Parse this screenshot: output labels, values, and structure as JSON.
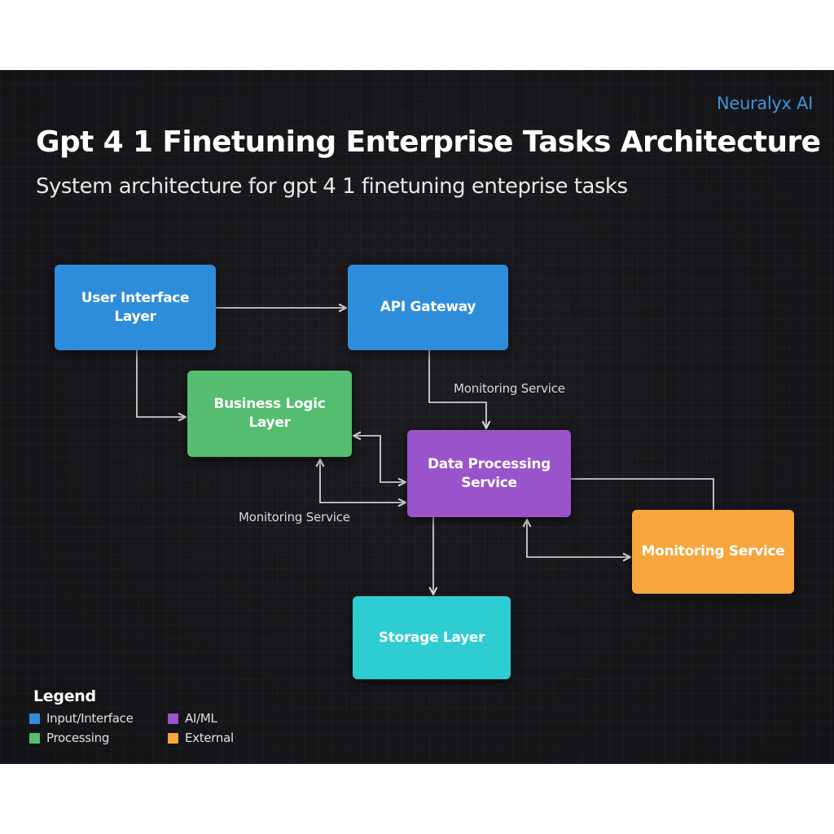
{
  "header": {
    "brand": "Neuralyx AI",
    "title": "Gpt 4 1 Finetuning Enterprise Tasks Architecture",
    "subtitle": "System architecture for gpt 4 1 finetuning enteprise tasks"
  },
  "colors": {
    "input_interface": "#2e8ddb",
    "processing": "#55bd70",
    "ai_ml": "#9954cc",
    "external": "#f7a63d",
    "storage": "#2ecdd2",
    "brand": "#3a97dc",
    "connector": "#e6e6e6",
    "background": "#17161a"
  },
  "nodes": {
    "user_interface": {
      "label": "User Interface\nLayer",
      "category": "input_interface"
    },
    "api_gateway": {
      "label": "API Gateway",
      "category": "input_interface"
    },
    "business_logic": {
      "label": "Business Logic\nLayer",
      "category": "processing"
    },
    "data_processing": {
      "label": "Data Processing\nService",
      "category": "ai_ml"
    },
    "monitoring": {
      "label": "Monitoring Service",
      "category": "external"
    },
    "storage": {
      "label": "Storage Layer",
      "category": "storage"
    }
  },
  "edges": [
    {
      "from": "user_interface",
      "to": "api_gateway",
      "label": ""
    },
    {
      "from": "user_interface",
      "to": "business_logic",
      "label": ""
    },
    {
      "from": "api_gateway",
      "to": "data_processing",
      "label": "Monitoring Service"
    },
    {
      "from": "data_processing",
      "to": "business_logic",
      "label": "",
      "bidirectional": true
    },
    {
      "from": "business_logic",
      "to": "data_processing",
      "label": "Monitoring Service",
      "bidirectional": true
    },
    {
      "from": "data_processing",
      "to": "storage",
      "label": ""
    },
    {
      "from": "data_processing",
      "to": "monitoring",
      "label": "",
      "bidirectional": true
    },
    {
      "from": "data_processing",
      "to": "monitoring",
      "label": "",
      "arrow": false
    }
  ],
  "edge_labels": {
    "api_to_data": "Monitoring Service",
    "business_to_data": "Monitoring Service"
  },
  "legend": {
    "title": "Legend",
    "items": [
      {
        "label": "Input/Interface",
        "color": "#2e8ddb"
      },
      {
        "label": "AI/ML",
        "color": "#9954cc"
      },
      {
        "label": "Processing",
        "color": "#55bd70"
      },
      {
        "label": "External",
        "color": "#f7a63d"
      }
    ]
  }
}
